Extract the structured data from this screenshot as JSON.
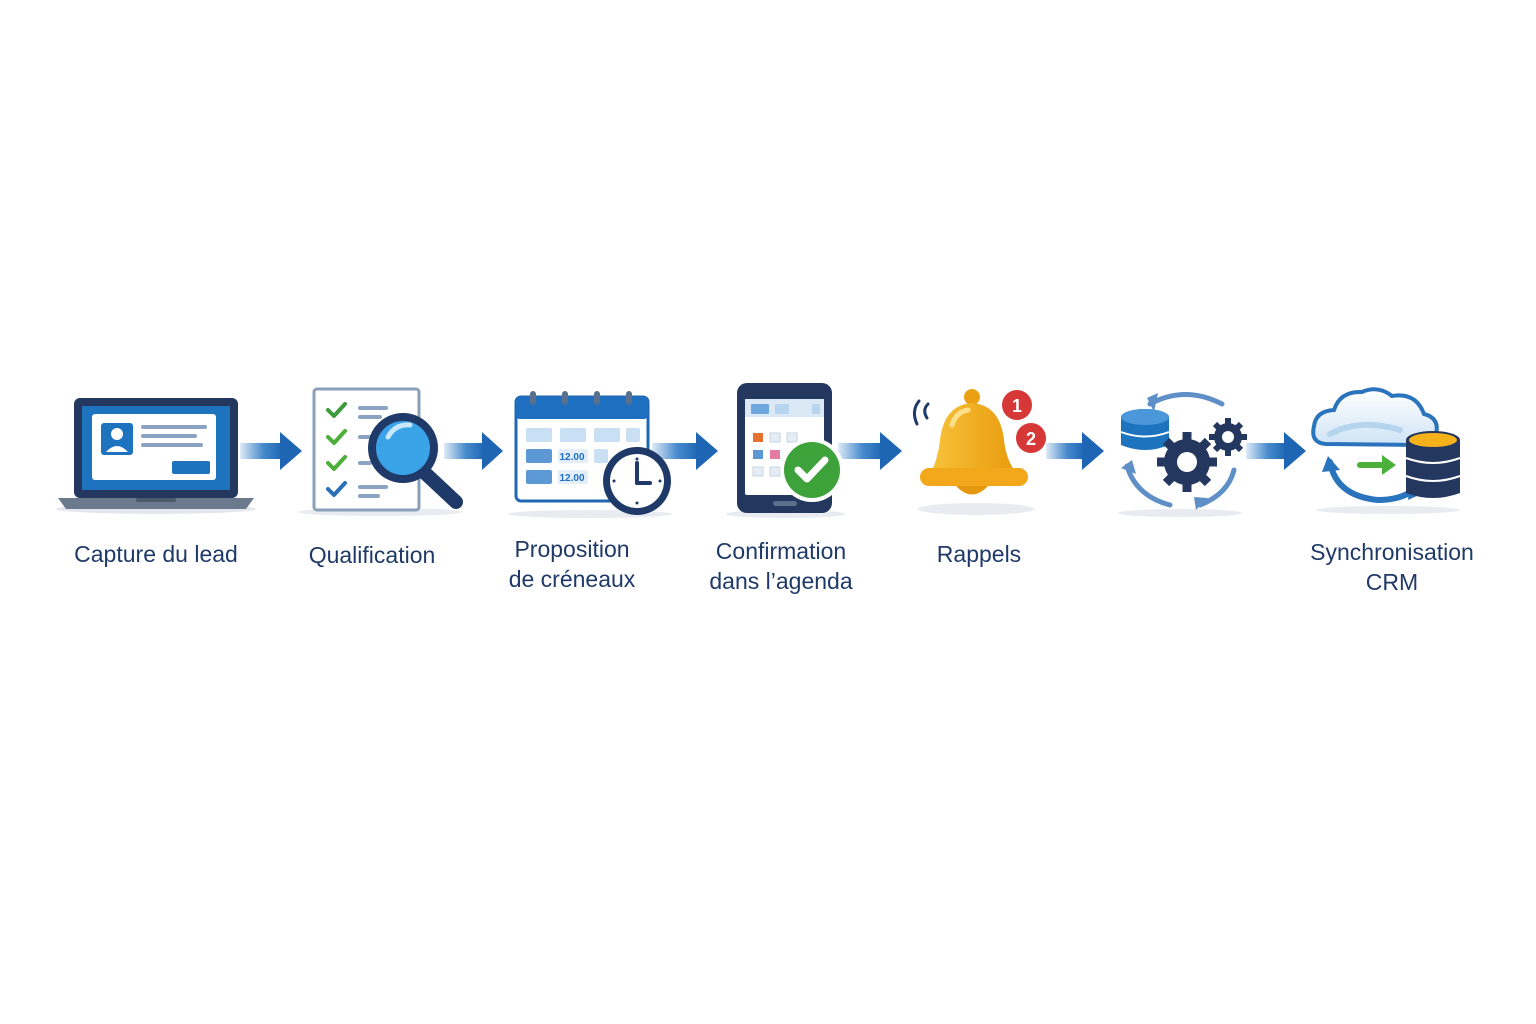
{
  "colors": {
    "navy": "#1f3a68",
    "blue": "#1e73be",
    "light_blue": "#8ec3ea",
    "pale_blue": "#dcecf9",
    "green": "#4caf3a",
    "yellow": "#f5b21b",
    "red": "#d63838",
    "arrow": "#2776c4"
  },
  "steps": [
    {
      "icon": "laptop-profile-icon",
      "label_lines": [
        "Capture du lead"
      ]
    },
    {
      "icon": "checklist-magnifier-icon",
      "label_lines": [
        "Qualification"
      ]
    },
    {
      "icon": "calendar-clock-icon",
      "times": [
        "12.00",
        "12.00"
      ],
      "label_lines": [
        "Proposition",
        "de créneaux"
      ]
    },
    {
      "icon": "tablet-check-icon",
      "label_lines": [
        "Confirmation",
        "dans l’agenda"
      ]
    },
    {
      "icon": "bell-notification-icon",
      "badges": [
        "1",
        "2"
      ],
      "label_lines": [
        "Rappels"
      ]
    },
    {
      "icon": "database-gears-sync-icon",
      "label_lines": []
    },
    {
      "icon": "cloud-database-sync-icon",
      "label_lines": [
        "Synchronisation",
        "CRM"
      ]
    }
  ]
}
